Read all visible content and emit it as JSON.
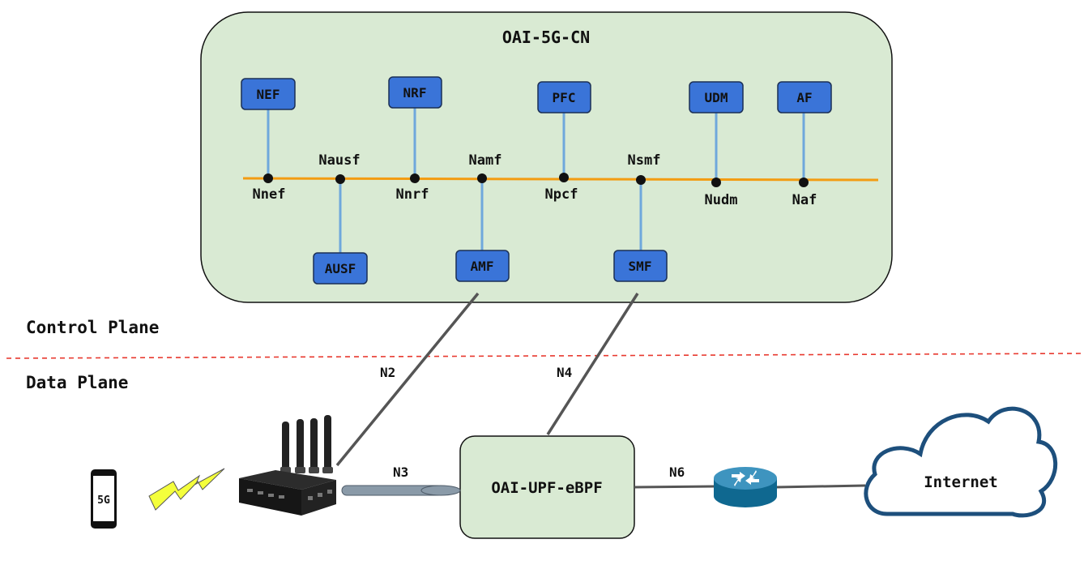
{
  "core": {
    "title": "OAI-5G-CN"
  },
  "functions": {
    "nef": "NEF",
    "nrf": "NRF",
    "pfc": "PFC",
    "udm": "UDM",
    "af": "AF",
    "ausf": "AUSF",
    "amf": "AMF",
    "smf": "SMF"
  },
  "interfaces": {
    "nnef": "Nnef",
    "nausf": "Nausf",
    "nnrf": "Nnrf",
    "namf": "Namf",
    "npcf": "Npcf",
    "nsmf": "Nsmf",
    "nudm": "Nudm",
    "naf": "Naf"
  },
  "planes": {
    "control": "Control Plane",
    "data": "Data Plane"
  },
  "links": {
    "n2": "N2",
    "n4": "N4",
    "n3": "N3",
    "n6": "N6"
  },
  "upf": {
    "label": "OAI-UPF-eBPF"
  },
  "internet": {
    "label": "Internet"
  },
  "phone": {
    "label": "5G"
  },
  "colors": {
    "core_fill": "#d9ead3",
    "nf_fill": "#3a74d8",
    "bus": "#f39c12",
    "stub": "#6fa8dc",
    "link": "#555555",
    "divider": "#e8392f",
    "bolt": "#f4ff3c"
  }
}
